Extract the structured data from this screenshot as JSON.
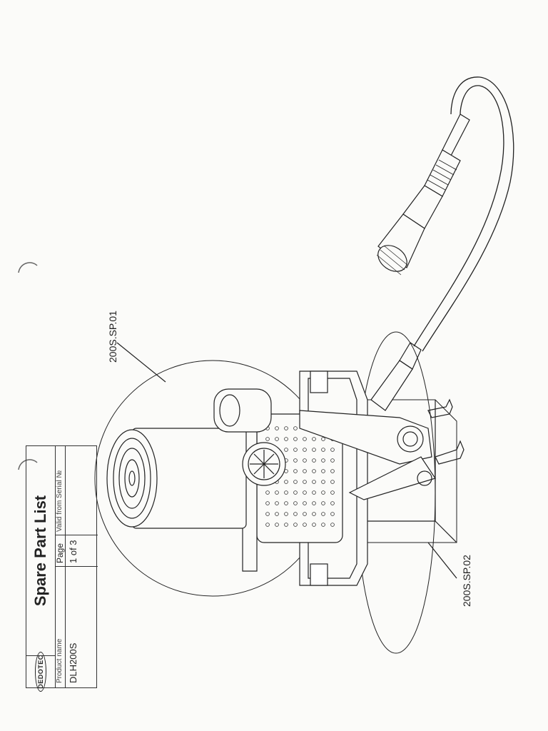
{
  "title_block": {
    "logo_text": "DEDOTEC",
    "title": "Spare Part List",
    "product_name_label": "Product name",
    "page_label": "Page",
    "valid_label": "Valid from Serial №",
    "product_name_value": "DLH200S",
    "page_value": "1 of 3",
    "valid_value": ""
  },
  "callouts": {
    "part_1": "200S.SP.01",
    "part_2": "200S.SP.02"
  }
}
